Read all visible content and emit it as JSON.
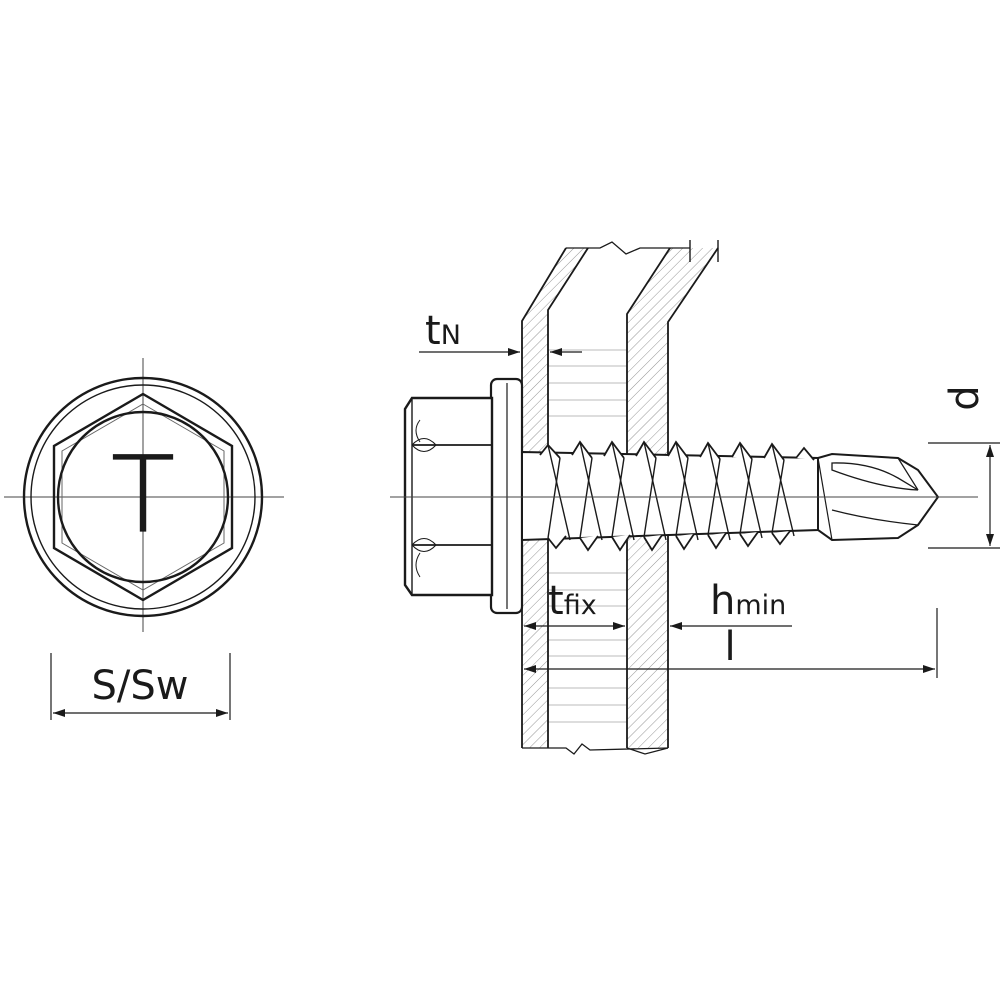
{
  "labels": {
    "tn_main": "t",
    "tn_sub": "N",
    "d": "d",
    "tfix_main": "t",
    "tfix_sub": "fix",
    "hmin_main": "h",
    "hmin_sub": "min",
    "l": "l",
    "s_sw": "S/Sw"
  },
  "head_mark": "T",
  "colors": {
    "line": "#1a1a1a",
    "hatch": "#8a8a8a",
    "center": "#444444",
    "paper": "#ffffff"
  }
}
